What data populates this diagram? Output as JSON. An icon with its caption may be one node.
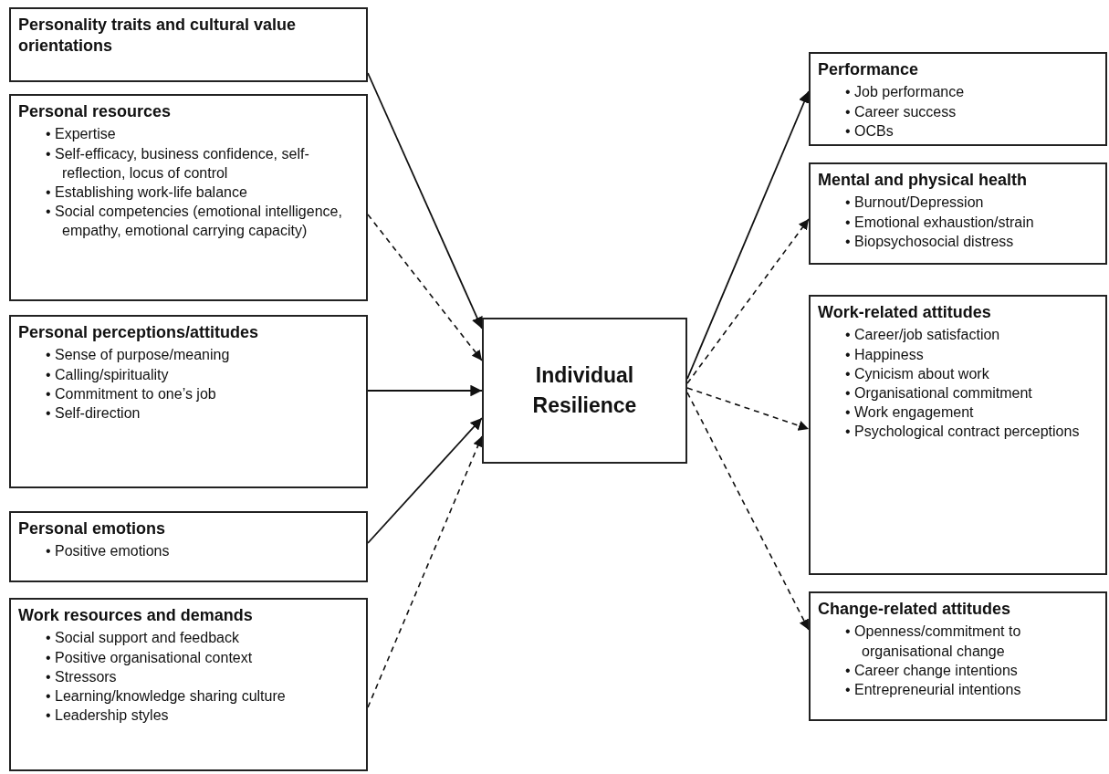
{
  "diagram": {
    "nodes": [
      {
        "text": [
          "Personality traits and cultural value orientations"
        ]
      },
      {
        "text": [
          "Personal resources",
          "• Expertise",
          "• Self-efficacy, business confidence, self-reflection, locus of control",
          "• Establishing work-life balance",
          "• Social competencies (emotional intelligence, empathy, emotional carrying capacity)"
        ]
      },
      {
        "text": [
          "Personal perceptions/attitudes",
          "• Sense of purpose/meaning",
          "• Calling/spirituality",
          "• Commitment to one’s job",
          "• Self-direction"
        ]
      },
      {
        "text": [
          "Personal emotions",
          "• Positive emotions"
        ]
      },
      {
        "text": [
          "Work resources and demands",
          "• Social support and feedback",
          "• Positive organisational context",
          "• Stressors",
          "• Learning/knowledge sharing culture",
          "• Leadership styles"
        ]
      },
      {
        "text": [
          "Individual Resilience"
        ]
      },
      {
        "text": [
          "Performance",
          "• Job performance",
          "• Career success",
          "• OCBs"
        ]
      },
      {
        "text": [
          "Mental and physical health",
          "• Burnout/Depression",
          "• Emotional exhaustion/strain",
          "• Biopsychosocial distress"
        ]
      },
      {
        "text": [
          "Work-related attitudes",
          "• Career/job satisfaction",
          "• Happiness",
          "• Cynicism about work",
          "• Organisational commitment",
          "• Work engagement",
          "• Psychological contract perceptions"
        ]
      },
      {
        "text": [
          "Change-related attitudes",
          "• Openness/commitment to organisational change",
          "• Career change intentions",
          "• Entrepreneurial intentions"
        ]
      }
    ],
    "edges": [
      {
        "from": 0,
        "to": 5,
        "arrow": "to"
      },
      {
        "from": 1,
        "to": 5,
        "arrow": "to",
        "style": "dashed"
      },
      {
        "from": 2,
        "to": 5,
        "arrow": "to"
      },
      {
        "from": 3,
        "to": 5,
        "arrow": "to"
      },
      {
        "from": 4,
        "to": 5,
        "arrow": "to",
        "style": "dashed"
      },
      {
        "from": 5,
        "to": 6,
        "arrow": "to"
      },
      {
        "from": 5,
        "to": 7,
        "arrow": "to",
        "style": "dashed"
      },
      {
        "from": 5,
        "to": 8,
        "arrow": "to",
        "style": "dashed"
      },
      {
        "from": 5,
        "to": 9,
        "arrow": "to",
        "style": "dashed"
      }
    ]
  }
}
